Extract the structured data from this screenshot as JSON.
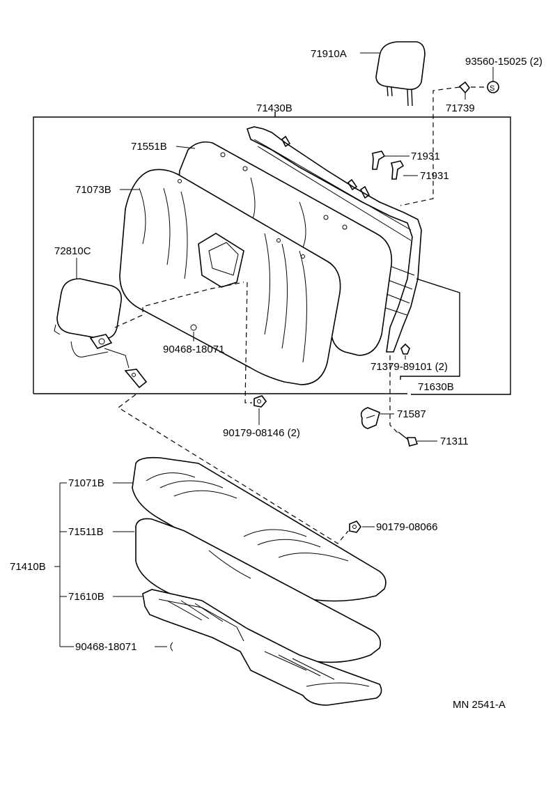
{
  "labels": {
    "headrest_upper": "71910A",
    "clip_ring": "93560-15025 (2)",
    "clip": "71739",
    "back_assy": "71430B",
    "back_pad": "71551B",
    "back_cover": "71073B",
    "guide_1": "71931",
    "guide_2": "71931",
    "armrest": "72810C",
    "hog_ring_back": "90468-18071",
    "bolt": "71379-89101 (2)",
    "back_frame": "71630B",
    "nut": "90179-08146 (2)",
    "hook": "71587",
    "screw": "71311",
    "cushion_cover": "71071B",
    "nut_2": "90179-08066",
    "cushion_pad": "71511B",
    "cushion_assy": "71410B",
    "cushion_frame": "71610B",
    "hog_ring_cushion": "90468-18071",
    "diagram_code": "MN 2541-A"
  }
}
